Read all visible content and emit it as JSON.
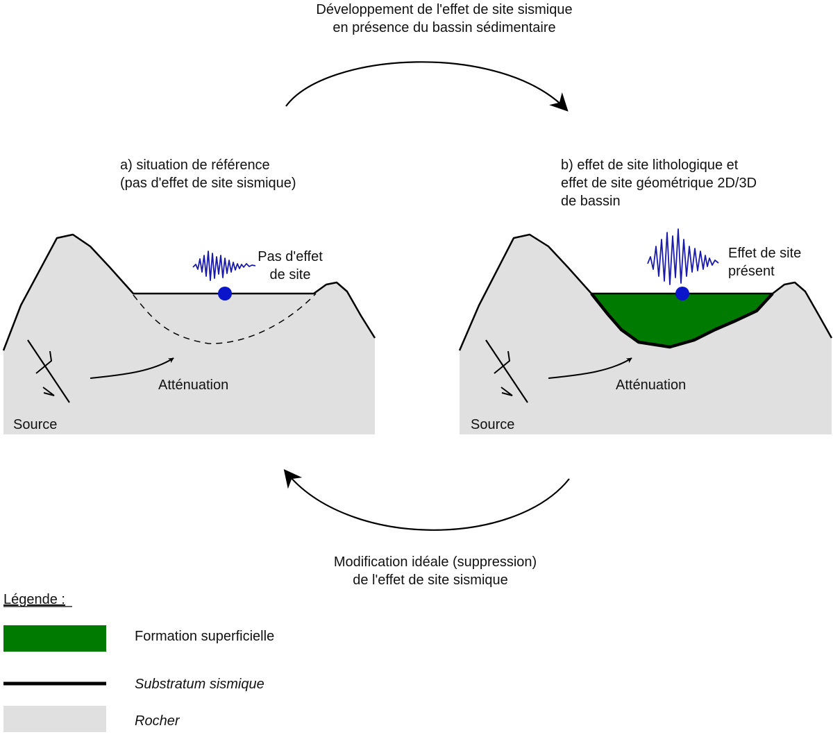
{
  "top_caption": {
    "line1": "Développement de l'effet de site sismique",
    "line2": "en présence du bassin sédimentaire"
  },
  "bottom_caption": {
    "line1": "Modification idéale (suppression)",
    "line2": "de l'effet de site sismique"
  },
  "panel_a": {
    "title_line1": "a) situation de référence",
    "title_line2": "(pas d'effet de site sismique)",
    "site_label_line1": "Pas d'effet",
    "site_label_line2": "de site",
    "attenuation": "Atténuation",
    "source": "Source"
  },
  "panel_b": {
    "title_line1": "b) effet de site lithologique et",
    "title_line2": "effet de site géométrique 2D/3D",
    "title_line3": "de bassin",
    "site_label_line1": "Effet de site",
    "site_label_line2": "présent",
    "attenuation": "Atténuation",
    "source": "Source"
  },
  "legend": {
    "title": "Légende :",
    "items": [
      {
        "label": "Formation superficielle",
        "italic": false,
        "color": "#007a00"
      },
      {
        "label": "Substratum sismique",
        "italic": true,
        "color": "#000000"
      },
      {
        "label": "Rocher",
        "italic": true,
        "color": "#e0e0e0"
      }
    ]
  },
  "colors": {
    "rock": "#e0e0e0",
    "sediment": "#007a00",
    "seismogram": "#1a1aaa",
    "site_marker": "#0a14c8",
    "line": "#000000"
  }
}
